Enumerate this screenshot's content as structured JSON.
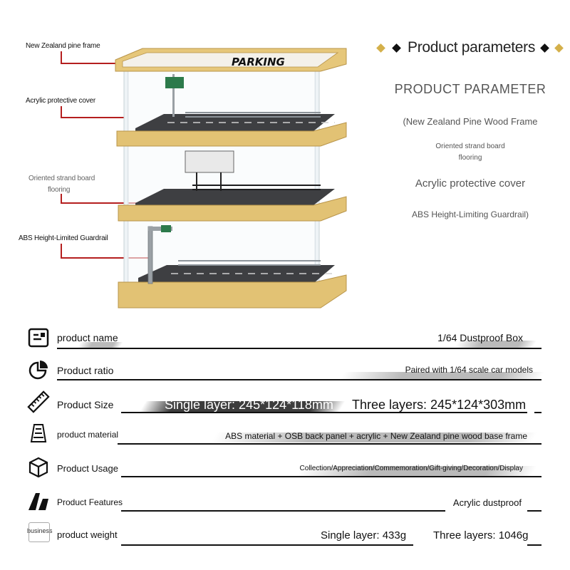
{
  "callouts": {
    "pine_frame": "New Zealand pine frame",
    "acrylic_cover": "Acrylic protective cover",
    "osb_line1": "Oriented strand board",
    "osb_line2": "flooring",
    "guardrail": "ABS Height-Limited Guardrail"
  },
  "product_illustration": {
    "roof_sign": "PARKING"
  },
  "parameters": {
    "title": "Product parameters",
    "subtitle": "PRODUCT PARAMETER",
    "items": {
      "pine": "(New Zealand Pine Wood Frame",
      "osb_line1": "Oriented strand board",
      "osb_line2": "flooring",
      "acrylic": "Acrylic protective cover",
      "abs": "ABS Height-Limiting Guardrail)"
    }
  },
  "specs": {
    "name": {
      "label": "product name",
      "value": "1/64 Dustproof Box"
    },
    "ratio": {
      "label": "Product ratio",
      "value": "Paired with 1/64 scale car models"
    },
    "size": {
      "label": "Product Size",
      "single": "Single layer: 245*124*118mm",
      "three": "Three layers: 245*124*303mm"
    },
    "material": {
      "label": "product material",
      "value": "ABS material + OSB back panel + acrylic + New Zealand pine wood base frame"
    },
    "usage": {
      "label": "Product Usage",
      "value": "Collection/Appreciation/Commemoration/Gift-giving/Decoration/Display"
    },
    "features": {
      "label": "Product Features",
      "value": "Acrylic dustproof"
    },
    "weight": {
      "label": "product weight",
      "icon_text": "business",
      "single": "Single layer: 433g",
      "three": "Three layers: 1046g"
    }
  },
  "colors": {
    "wood": "#e2c274",
    "leader": "#b51f1f",
    "diamond_gold": "#d4b04a",
    "floor": "#3e3f42"
  }
}
